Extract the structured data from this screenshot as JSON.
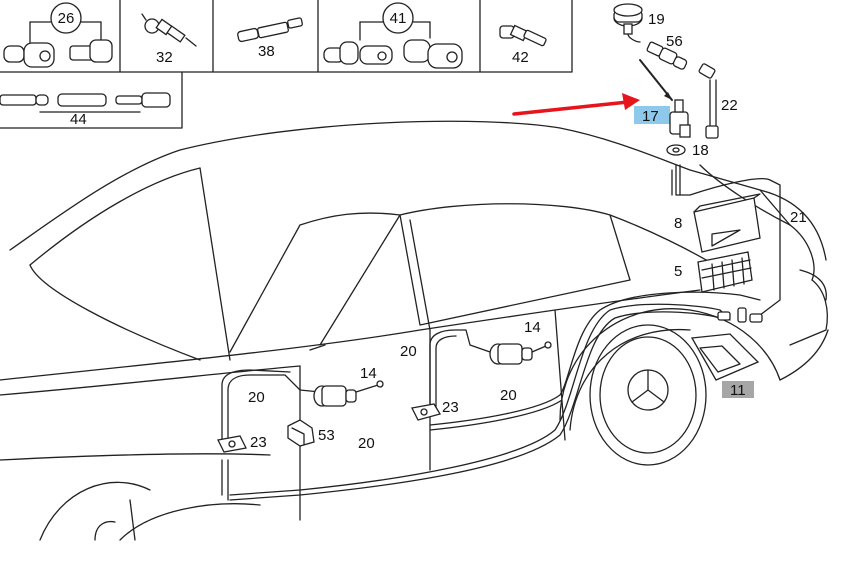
{
  "legend_labels": {
    "c26": "26",
    "c32": "32",
    "c38": "38",
    "c41": "41",
    "c42": "42",
    "c44": "44"
  },
  "callouts": {
    "n19": "19",
    "n56": "56",
    "n17": "17",
    "n22": "22",
    "n18": "18",
    "n8": "8",
    "n21": "21",
    "n5": "5",
    "n14a": "14",
    "n20a": "20",
    "n14b": "14",
    "n20b": "20",
    "n23a": "23",
    "n20c": "20",
    "n23b": "23",
    "n53": "53",
    "n20d": "20",
    "n11": "11"
  },
  "colors": {
    "pointer_arrow": "#e8141c",
    "highlight_17": "#8ec8ea",
    "highlight_11": "#a6a6a6"
  }
}
